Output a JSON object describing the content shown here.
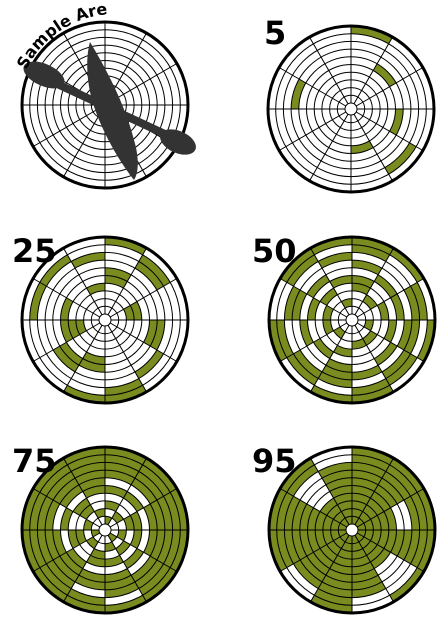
{
  "sample_label": "Sample Area",
  "colors": {
    "fill": "#7a8c1f",
    "line": "#000000",
    "background": "#ffffff",
    "paddle": "#333333"
  },
  "rings": 10,
  "sectors": 12,
  "panels": [
    {
      "label": "",
      "filled": []
    },
    {
      "label": "5",
      "filled": [
        [
          0,
          9
        ],
        [
          1,
          5
        ],
        [
          3,
          5
        ],
        [
          5,
          4
        ],
        [
          4,
          8
        ],
        [
          9,
          6
        ]
      ]
    },
    {
      "label": "25",
      "filled": [
        [
          0,
          9
        ],
        [
          1,
          8
        ],
        [
          1,
          7
        ],
        [
          3,
          5
        ],
        [
          3,
          6
        ],
        [
          4,
          7
        ],
        [
          5,
          9
        ],
        [
          5,
          8
        ],
        [
          6,
          9
        ],
        [
          7,
          6
        ],
        [
          7,
          5
        ],
        [
          9,
          4
        ],
        [
          8,
          4
        ],
        [
          9,
          8
        ],
        [
          10,
          8
        ],
        [
          11,
          7
        ],
        [
          0,
          5
        ],
        [
          0,
          4
        ],
        [
          6,
          4
        ],
        [
          6,
          5
        ],
        [
          2,
          3
        ],
        [
          2,
          2
        ],
        [
          8,
          2
        ],
        [
          8,
          3
        ],
        [
          11,
          3
        ]
      ]
    },
    {
      "label": "50",
      "filled": [
        [
          0,
          9
        ],
        [
          0,
          8
        ],
        [
          1,
          9
        ],
        [
          2,
          8
        ],
        [
          2,
          7
        ],
        [
          3,
          9
        ],
        [
          3,
          7
        ],
        [
          4,
          8
        ],
        [
          4,
          7
        ],
        [
          5,
          9
        ],
        [
          5,
          8
        ],
        [
          6,
          9
        ],
        [
          6,
          7
        ],
        [
          7,
          8
        ],
        [
          7,
          7
        ],
        [
          8,
          9
        ],
        [
          8,
          8
        ],
        [
          9,
          7
        ],
        [
          10,
          9
        ],
        [
          10,
          8
        ],
        [
          11,
          9
        ],
        [
          11,
          7
        ],
        [
          0,
          6
        ],
        [
          1,
          5
        ],
        [
          2,
          5
        ],
        [
          3,
          4
        ],
        [
          4,
          5
        ],
        [
          5,
          6
        ],
        [
          6,
          5
        ],
        [
          7,
          4
        ],
        [
          8,
          5
        ],
        [
          9,
          6
        ],
        [
          10,
          5
        ],
        [
          11,
          4
        ],
        [
          0,
          3
        ],
        [
          2,
          3
        ],
        [
          4,
          2
        ],
        [
          6,
          3
        ],
        [
          8,
          2
        ],
        [
          10,
          3
        ],
        [
          1,
          2
        ],
        [
          5,
          2
        ],
        [
          9,
          2
        ],
        [
          3,
          1
        ],
        [
          7,
          1
        ],
        [
          11,
          1
        ],
        [
          0,
          4
        ],
        [
          6,
          6
        ],
        [
          3,
          6
        ],
        [
          9,
          4
        ]
      ]
    },
    {
      "label": "75",
      "filled": [
        [
          0,
          9
        ],
        [
          0,
          8
        ],
        [
          0,
          7
        ],
        [
          0,
          6
        ],
        [
          1,
          9
        ],
        [
          1,
          8
        ],
        [
          1,
          7
        ],
        [
          1,
          6
        ],
        [
          2,
          9
        ],
        [
          2,
          8
        ],
        [
          2,
          7
        ],
        [
          2,
          6
        ],
        [
          2,
          5
        ],
        [
          3,
          9
        ],
        [
          3,
          8
        ],
        [
          3,
          7
        ],
        [
          3,
          6
        ],
        [
          3,
          5
        ],
        [
          4,
          9
        ],
        [
          4,
          8
        ],
        [
          4,
          7
        ],
        [
          4,
          6
        ],
        [
          5,
          9
        ],
        [
          5,
          7
        ],
        [
          5,
          6
        ],
        [
          5,
          5
        ],
        [
          6,
          9
        ],
        [
          6,
          8
        ],
        [
          6,
          6
        ],
        [
          6,
          5
        ],
        [
          7,
          9
        ],
        [
          7,
          8
        ],
        [
          7,
          7
        ],
        [
          7,
          6
        ],
        [
          7,
          5
        ],
        [
          8,
          9
        ],
        [
          8,
          8
        ],
        [
          8,
          7
        ],
        [
          8,
          6
        ],
        [
          8,
          5
        ],
        [
          9,
          9
        ],
        [
          9,
          8
        ],
        [
          9,
          7
        ],
        [
          9,
          6
        ],
        [
          10,
          9
        ],
        [
          10,
          8
        ],
        [
          10,
          7
        ],
        [
          10,
          6
        ],
        [
          10,
          5
        ],
        [
          11,
          9
        ],
        [
          11,
          8
        ],
        [
          11,
          7
        ],
        [
          11,
          6
        ],
        [
          11,
          5
        ],
        [
          0,
          4
        ],
        [
          1,
          4
        ],
        [
          2,
          3
        ],
        [
          3,
          3
        ],
        [
          4,
          4
        ],
        [
          5,
          3
        ],
        [
          6,
          3
        ],
        [
          7,
          4
        ],
        [
          8,
          3
        ],
        [
          9,
          4
        ],
        [
          10,
          3
        ],
        [
          11,
          4
        ],
        [
          0,
          2
        ],
        [
          2,
          2
        ],
        [
          4,
          2
        ],
        [
          6,
          2
        ],
        [
          8,
          2
        ],
        [
          10,
          2
        ],
        [
          1,
          1
        ],
        [
          3,
          1
        ],
        [
          5,
          1
        ],
        [
          7,
          1
        ],
        [
          9,
          1
        ],
        [
          11,
          1
        ],
        [
          0,
          0
        ],
        [
          4,
          0
        ],
        [
          8,
          0
        ]
      ]
    },
    {
      "label": "95",
      "filled": "all",
      "empty": [
        [
          10,
          7
        ],
        [
          10,
          6
        ],
        [
          10,
          5
        ],
        [
          10,
          4
        ],
        [
          4,
          8
        ],
        [
          4,
          7
        ],
        [
          4,
          6
        ],
        [
          4,
          5
        ],
        [
          5,
          9
        ],
        [
          5,
          8
        ],
        [
          7,
          9
        ],
        [
          7,
          8
        ],
        [
          2,
          6
        ],
        [
          2,
          5
        ],
        [
          11,
          9
        ],
        [
          11,
          8
        ]
      ]
    }
  ]
}
